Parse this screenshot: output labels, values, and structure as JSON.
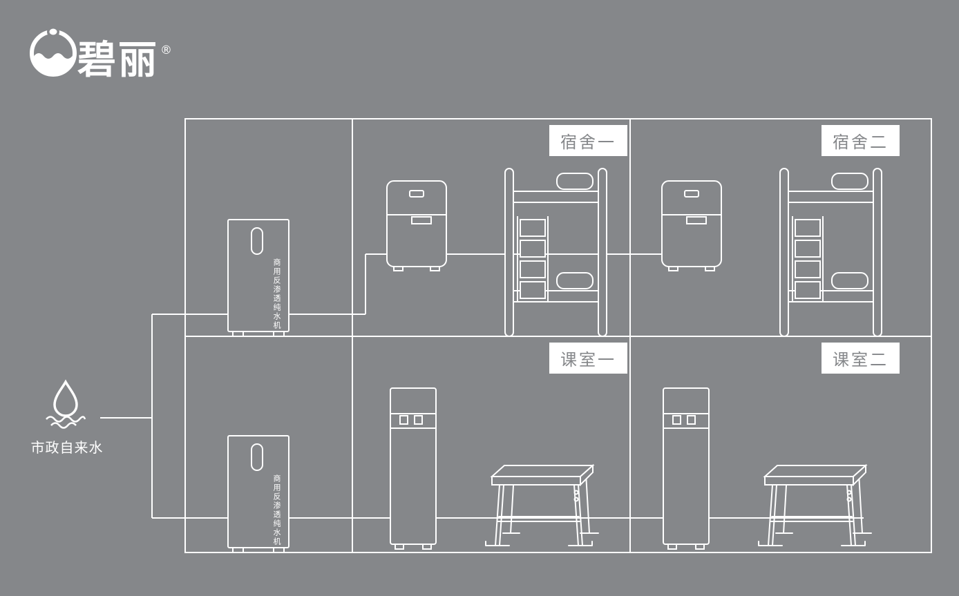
{
  "colors": {
    "background": "#85878A",
    "line": "#FFFFFF",
    "label_bg": "#FFFFFF",
    "label_text": "#85878A"
  },
  "logo": {
    "brand": "碧丽",
    "registered": "®"
  },
  "water_source": {
    "label": "市政自来水"
  },
  "rooms": {
    "dorm1": "宿舍一",
    "dorm2": "宿舍二",
    "class1": "课室一",
    "class2": "课室二"
  },
  "machines": {
    "ro_label": "商用反渗透纯水机"
  }
}
